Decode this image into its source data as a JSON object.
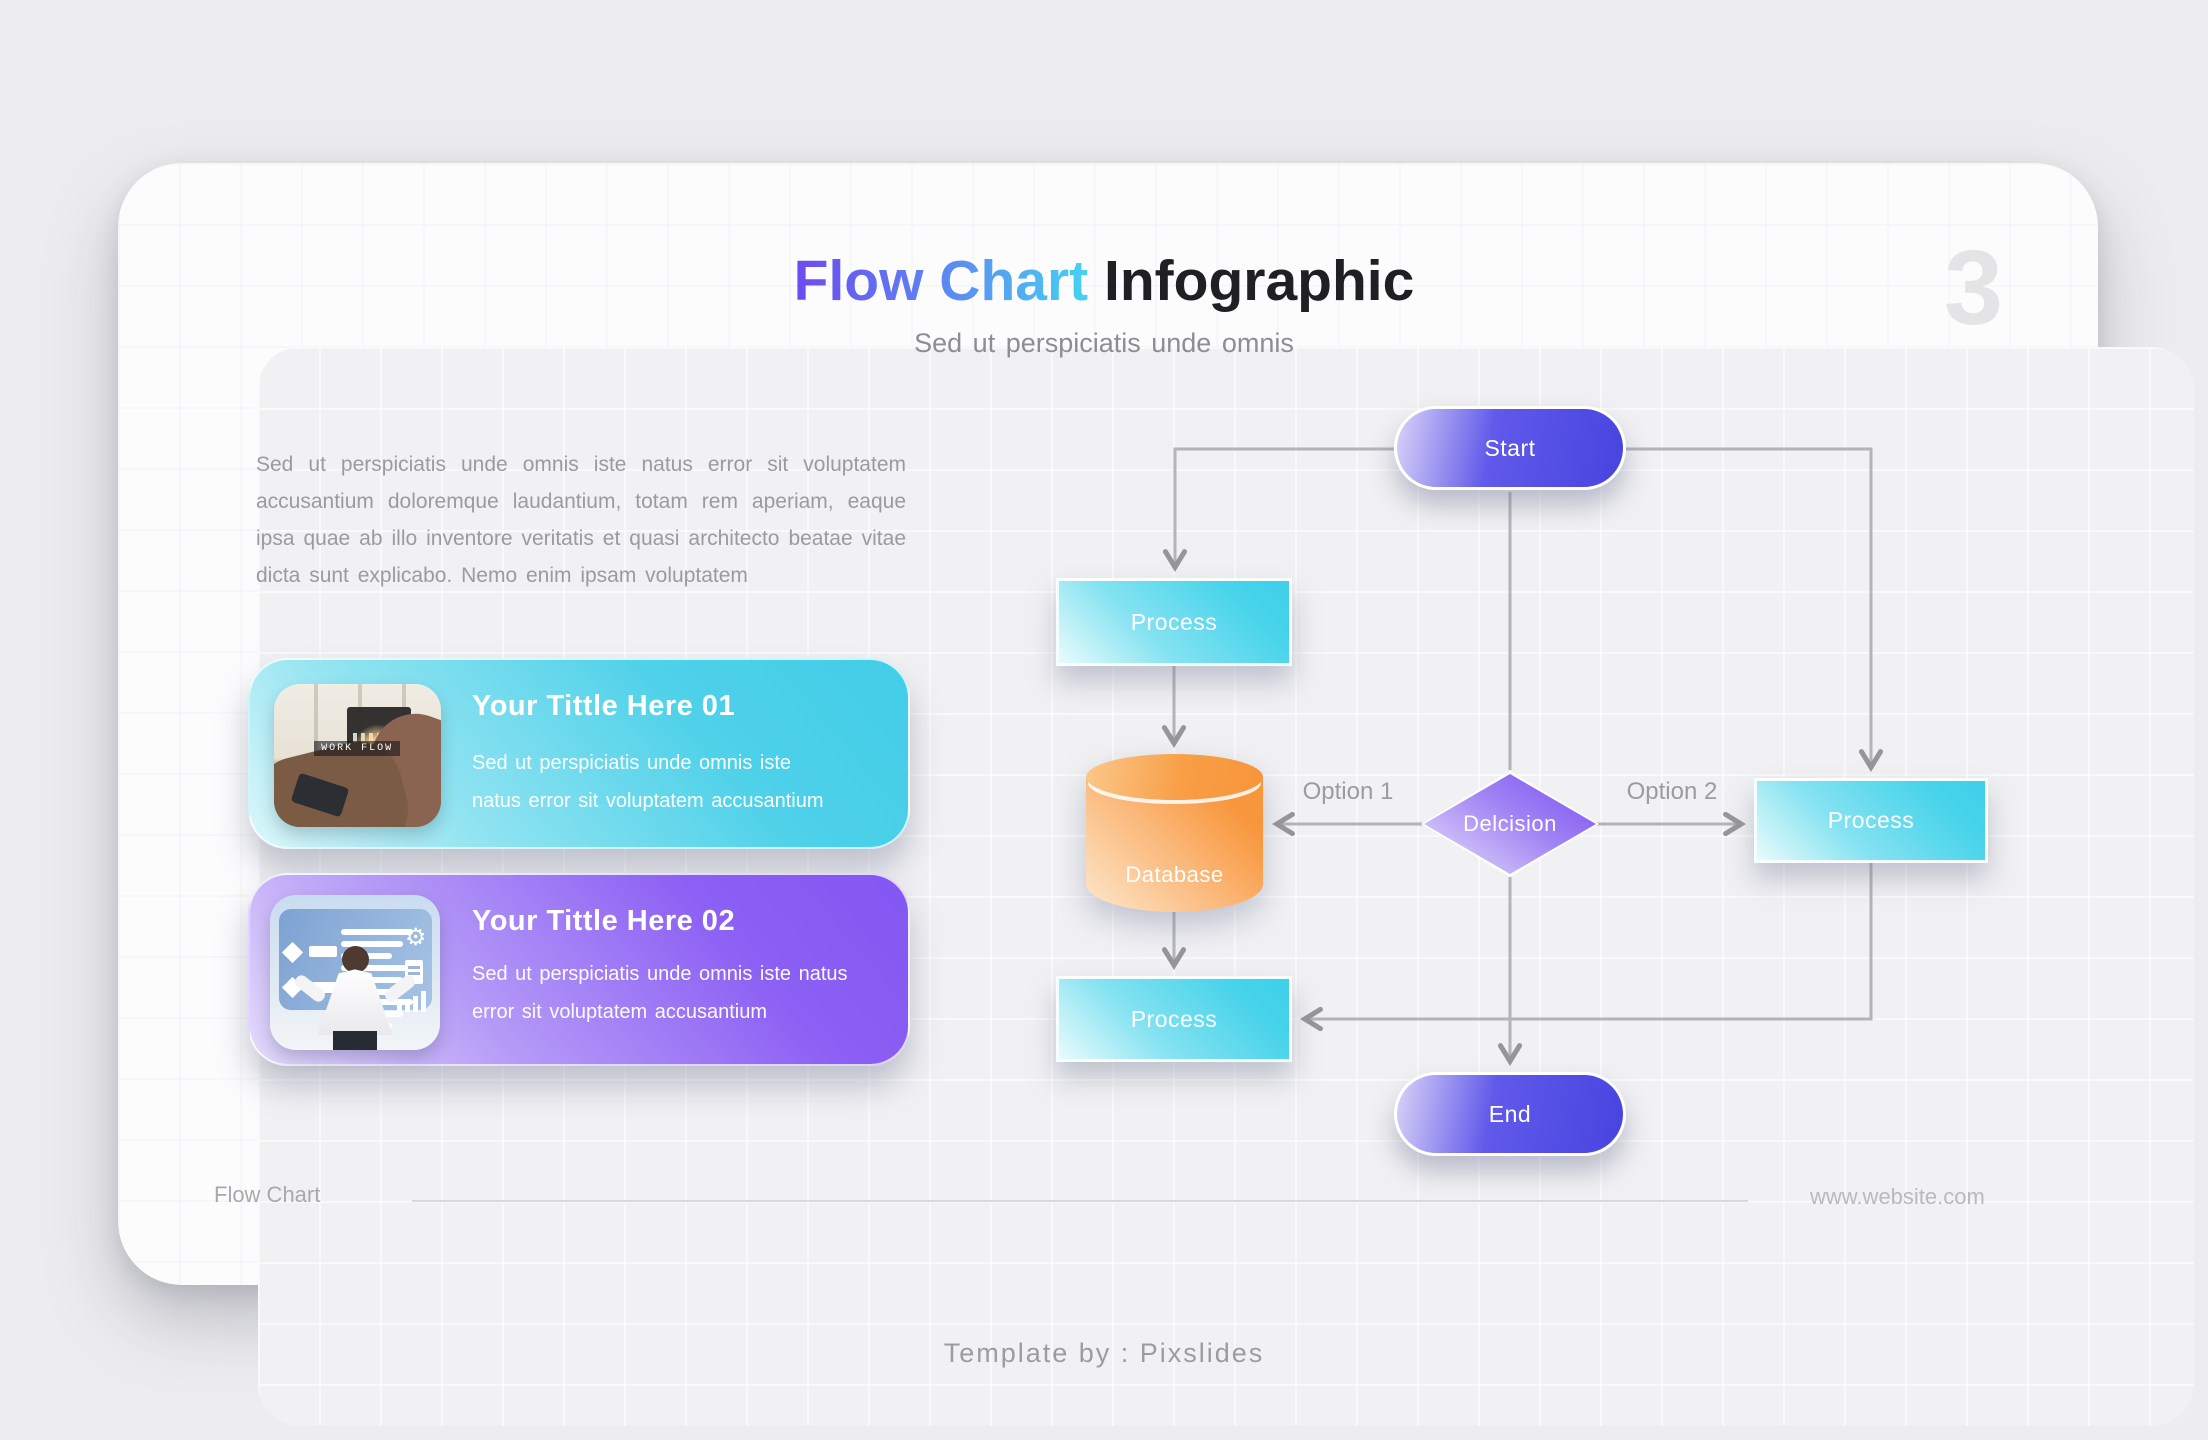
{
  "slide": {
    "page_number": "3",
    "title": {
      "accent": "Flow Chart",
      "rest": "Infographic"
    },
    "subtitle": "Sed ut perspiciatis unde omnis",
    "description": "Sed ut perspiciatis unde omnis iste natus error sit voluptatem accusantium doloremque laudantium, totam rem aperiam, eaque ipsa quae ab illo inventore veritatis et quasi architecto beatae vitae dicta sunt explicabo. Nemo enim ipsam voluptatem",
    "cards": [
      {
        "title": "Your Tittle Here 01",
        "body": "Sed ut perspiciatis unde omnis iste natus error sit voluptatem accusantium",
        "image_label": "WORK FLOW",
        "accent_color": "#4ed1e9"
      },
      {
        "title": "Your Tittle Here 02",
        "body": "Sed ut perspiciatis unde omnis iste natus error sit voluptatem accusantium",
        "accent_color": "#8c60f4"
      }
    ],
    "flowchart": {
      "nodes": [
        {
          "id": "start",
          "label": "Start",
          "type": "terminator",
          "color": "#4744df"
        },
        {
          "id": "process1",
          "label": "Process",
          "type": "process",
          "color": "#46d3eb"
        },
        {
          "id": "database",
          "label": "Database",
          "type": "database",
          "color": "#f8963c"
        },
        {
          "id": "decision",
          "label": "Delcision",
          "type": "decision",
          "color": "#7e55f2"
        },
        {
          "id": "process2",
          "label": "Process",
          "type": "process",
          "color": "#46d3eb"
        },
        {
          "id": "process3",
          "label": "Process",
          "type": "process",
          "color": "#46d3eb"
        },
        {
          "id": "end",
          "label": "End",
          "type": "terminator",
          "color": "#4744df"
        }
      ],
      "edge_labels": [
        {
          "label": "Option 1"
        },
        {
          "label": "Option 2"
        }
      ]
    },
    "footer": {
      "left": "Flow Chart",
      "right": "www.website.com"
    }
  },
  "caption": "Template by : Pixslides",
  "colors": {
    "page_bg": "#ededef",
    "slide_bg": "#fcfcfd",
    "panel_bg": "#f1f1f3",
    "title_gradient": [
      "#6d4af1",
      "#5b8df1",
      "#47d2f1"
    ],
    "title_rest": "#202024",
    "connector": "#b4b4b8",
    "muted_text": "#9b9b9f"
  }
}
